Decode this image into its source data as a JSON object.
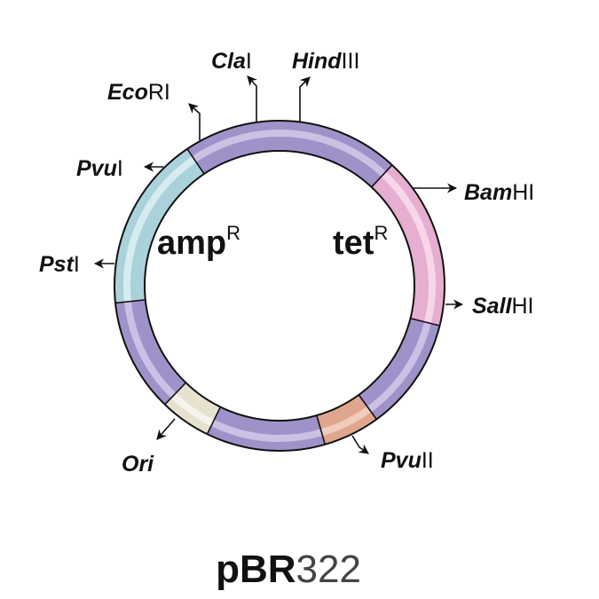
{
  "title": {
    "bold": "pBR",
    "light": "322"
  },
  "genes": {
    "amp": {
      "name": "amp",
      "sup": "R"
    },
    "tet": {
      "name": "tet",
      "sup": "R"
    }
  },
  "sites": {
    "cla": {
      "italic": "Cla",
      "roman": "I"
    },
    "hind": {
      "italic": "Hind",
      "roman": "III"
    },
    "eco": {
      "italic": "Eco",
      "roman": "RI"
    },
    "pvu1": {
      "italic": "Pvu",
      "roman": "I"
    },
    "pst": {
      "italic": "Pst",
      "roman": "I"
    },
    "bam": {
      "italic": "Bam",
      "roman": "HI"
    },
    "sal": {
      "italic": "SalI",
      "roman": "HI"
    },
    "pvu2": {
      "italic": "Pvu",
      "roman": "II"
    },
    "ori": {
      "italic": "Ori",
      "roman": ""
    }
  },
  "colors": {
    "backbone": "#9f92c9",
    "backbone_stripe": "#cbc1e4",
    "amp": "#a9d2db",
    "amp_stripe": "#d6ecf0",
    "tet": "#e6aed0",
    "tet_stripe": "#f6d6e8",
    "rop": "#e0a68d",
    "rop_stripe": "#f1cbbb",
    "ori": "#e7e1d0",
    "ori_stripe": "#f6f3ec"
  }
}
